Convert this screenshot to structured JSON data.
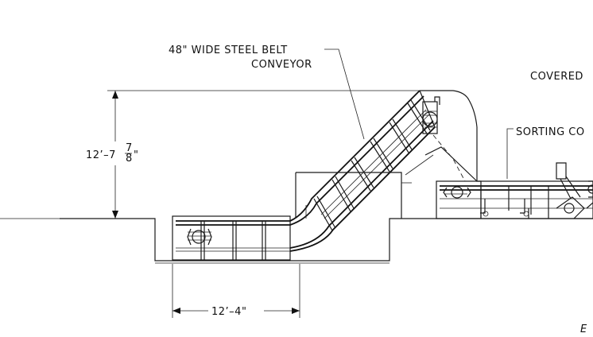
{
  "labels": {
    "steel_belt_line1": "48\" WIDE STEEL BELT",
    "steel_belt_line2": "CONVEYOR",
    "covered": "COVERED",
    "sorting": "SORTING CO",
    "height_prefix": "12’–7",
    "height_frac_num": "7",
    "height_frac_den": "8",
    "height_inch": "\"",
    "width_dim": "12’–4\"",
    "corner_glyph": "E"
  }
}
